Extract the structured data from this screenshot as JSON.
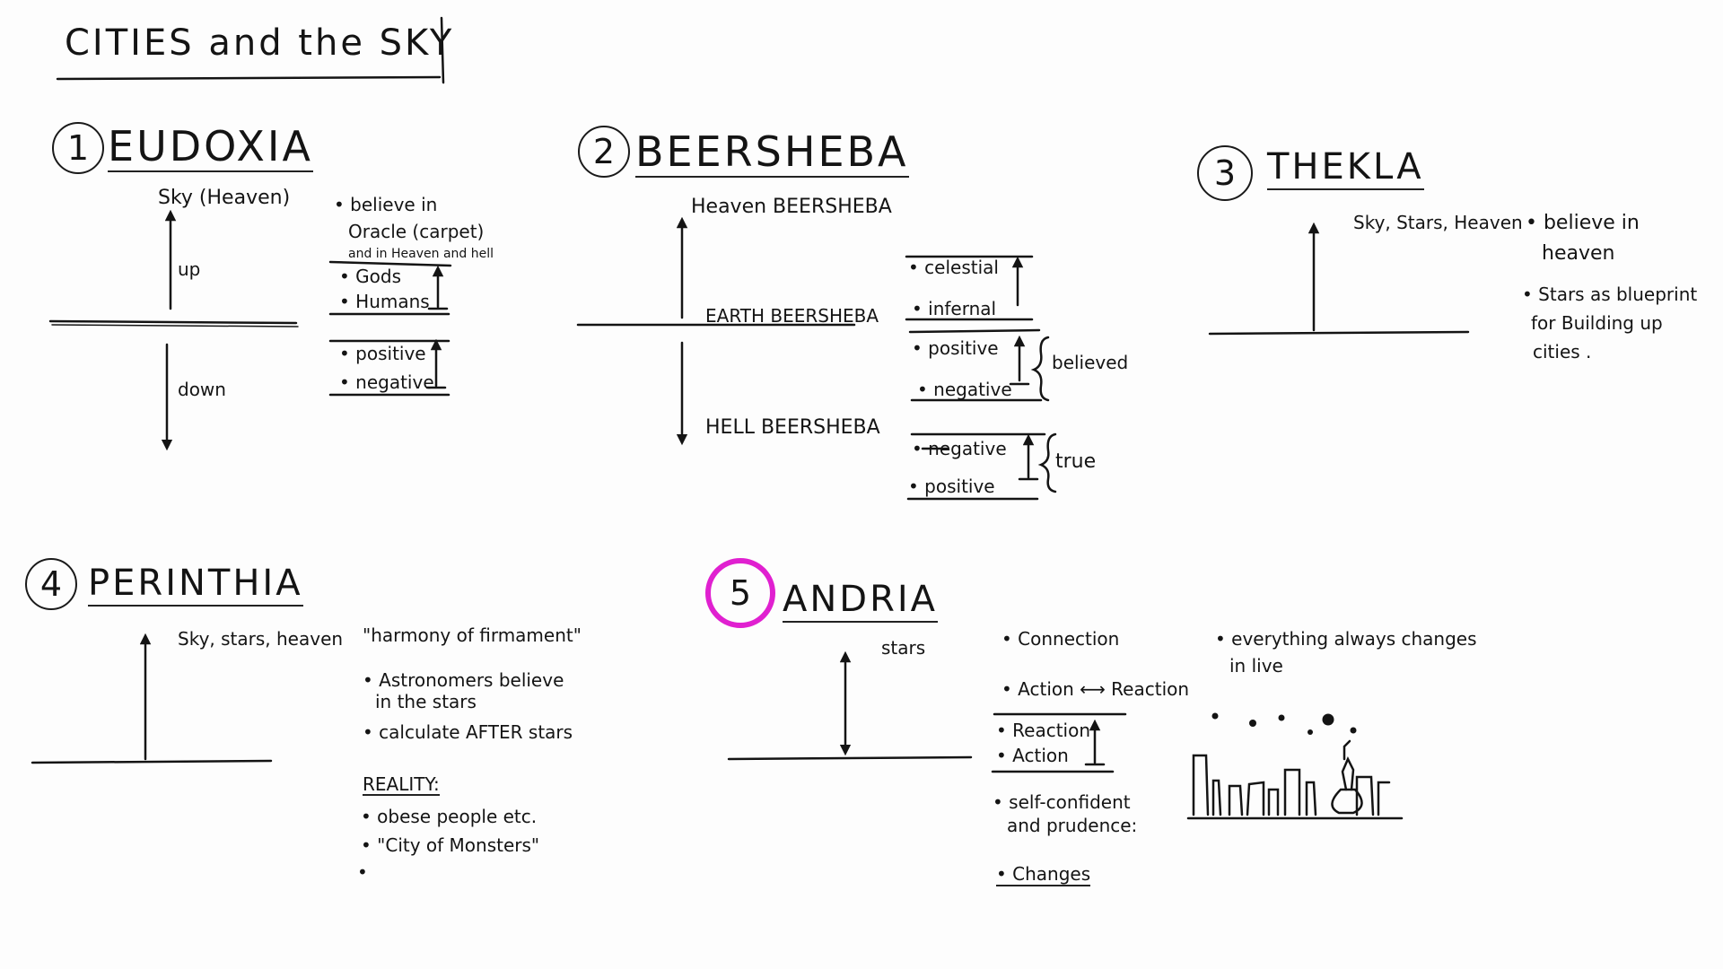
{
  "header": {
    "title": "CITIES and the SKY"
  },
  "sections": [
    {
      "number": "1",
      "name": "EUDOXIA",
      "axis": {
        "top": "Sky (Heaven)",
        "up": "up",
        "down": "down"
      },
      "notes": [
        "• believe in",
        "Oracle (carpet)",
        "and in Heaven and hell",
        "• Gods",
        "• Humans",
        "• positive",
        "• negative"
      ]
    },
    {
      "number": "2",
      "name": "BEERSHEBA",
      "axis": {
        "top": "Heaven BEERSHEBA",
        "middle": "EARTH BEERSHEBA",
        "bottom": "HELL BEERSHEBA"
      },
      "notes": [
        "• celestial",
        "• infernal",
        "• positive",
        "• negative",
        "believed",
        "• negative",
        "• positive",
        "true"
      ]
    },
    {
      "number": "3",
      "name": "THEKLA",
      "axis": {
        "top": "Sky, Stars, Heaven"
      },
      "notes": [
        "• believe in",
        "heaven",
        "• Stars as blueprint",
        "for Building up",
        "cities ."
      ]
    },
    {
      "number": "4",
      "name": "PERINTHIA",
      "axis": {
        "top": "Sky, stars, heaven"
      },
      "notes": [
        "\"harmony of firmament\"",
        "• Astronomers believe",
        "in the stars",
        "• calculate AFTER stars",
        "REALITY:",
        "• obese people etc.",
        "• \"City of Monsters\"",
        "•"
      ]
    },
    {
      "number": "5",
      "name": "ANDRIA",
      "axis": {
        "top": "stars"
      },
      "notes": [
        "• Connection",
        "• Action ⟷ Reaction",
        "• Reaction",
        "• Action",
        "• self-confident",
        "and prudence:",
        "• Changes"
      ],
      "extra": [
        "• everything always changes",
        "in live"
      ]
    }
  ],
  "colors": {
    "ink": "#141414",
    "highlight": "#e020d0",
    "paper": "#fdfdfd"
  }
}
